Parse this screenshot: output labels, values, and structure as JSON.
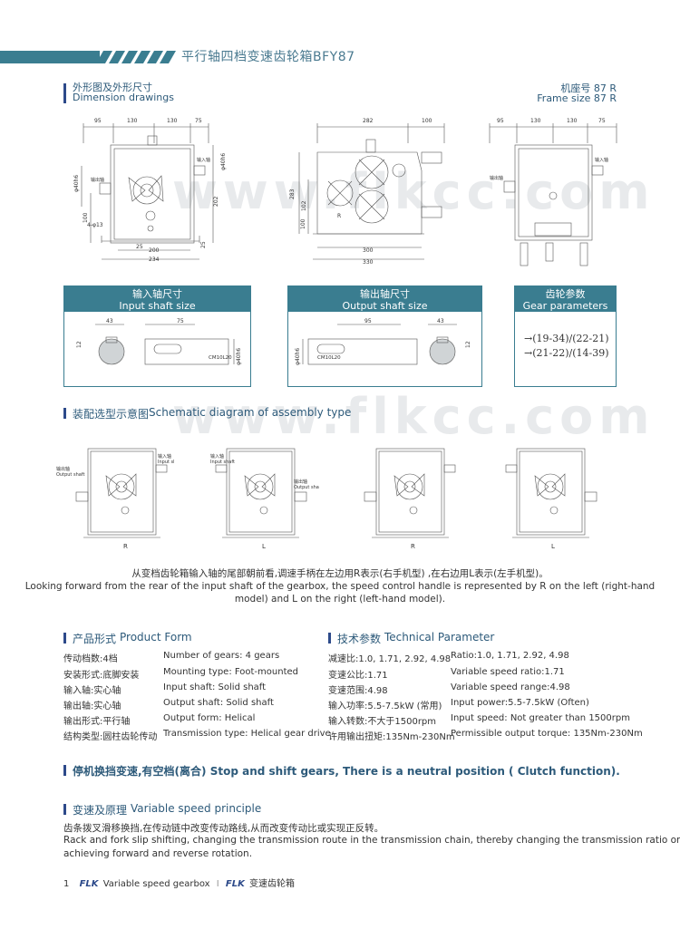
{
  "header": {
    "title": "平行轴四档变速齿轮箱BFY87"
  },
  "dimension": {
    "title_cn": "外形图及外形尺寸",
    "title_en": "Dimension drawings",
    "frame_cn": "机座号 87 R",
    "frame_en": "Frame size 87 R",
    "front": {
      "dims_top": [
        "95",
        "130",
        "130",
        "75"
      ],
      "left_label": "φ40h6",
      "height_100": "100",
      "holes": "4-φ13",
      "dim_202": "202",
      "dim_25a": "25",
      "dim_200": "200",
      "dim_25b": "25",
      "dim_234": "234",
      "input_label": "输入轴",
      "output_label": "输出轴",
      "right_label": "φ40h6"
    },
    "side": {
      "dim_282": "282",
      "dim_100": "100",
      "dim_283": "283",
      "dim_102": "102",
      "dim_100b": "100",
      "dim_300": "300",
      "dim_330": "330",
      "r_label": "R"
    },
    "rear": {
      "dims_top": [
        "95",
        "130",
        "130",
        "75"
      ],
      "input_label": "输入轴",
      "output_label": "输出轴"
    }
  },
  "shafts": {
    "input": {
      "title_cn": "输入轴尺寸",
      "title_en": "Input shaft size",
      "d43": "43",
      "d75": "75",
      "d12": "12",
      "key": "CM10L20",
      "dia": "φ40h6"
    },
    "output": {
      "title_cn": "输出轴尺寸",
      "title_en": "Output shaft size",
      "d95": "95",
      "d43": "43",
      "d12": "12",
      "key": "CM10L20",
      "dia": "φ40h6"
    },
    "gear": {
      "title_cn": "齿轮参数",
      "title_en": "Gear parameters",
      "line1": "→(19-34)/(22-21)",
      "line2": "→(21-22)/(14-39)"
    }
  },
  "assembly": {
    "title_cn": "装配选型示意图",
    "title_en": "Schematic diagram of assembly type",
    "input_cn": "输入轴",
    "input_en": "Input shaft",
    "output_cn": "输出轴",
    "output_en": "Output shaft",
    "labels": [
      "R",
      "L",
      "R",
      "L"
    ],
    "desc_cn": "从变档齿轮箱输入轴的尾部朝前看,调速手柄在左边用R表示(右手机型) ,在右边用L表示(左手机型)。",
    "desc_en1": "Looking forward from the rear of the input shaft of the gearbox, the speed control handle is represented by R on the left (right-hand",
    "desc_en2": "model) and L on the right (left-hand model)."
  },
  "product_form": {
    "title_cn": "产品形式",
    "title_en": "Product Form",
    "rows": [
      {
        "cn": "传动档数:4档",
        "en": "Number of gears: 4 gears"
      },
      {
        "cn": "安装形式:底脚安装",
        "en": "Mounting type: Foot-mounted"
      },
      {
        "cn": "输入轴:实心轴",
        "en": "Input shaft: Solid shaft"
      },
      {
        "cn": "输出轴:实心轴",
        "en": "Output shaft: Solid shaft"
      },
      {
        "cn": "输出形式:平行轴",
        "en": "Output form: Helical"
      },
      {
        "cn": "结构类型:圆柱齿轮传动",
        "en": "Transmission type: Helical gear drive"
      }
    ]
  },
  "tech": {
    "title_cn": "技术参数",
    "title_en": "Technical Parameter",
    "rows": [
      {
        "cn": "减速比:1.0, 1.71, 2.92, 4.98",
        "en": "Ratio:1.0, 1.71, 2.92, 4.98"
      },
      {
        "cn": "变速公比:1.71",
        "en": "Variable speed ratio:1.71"
      },
      {
        "cn": "变速范围:4.98",
        "en": "Variable speed range:4.98"
      },
      {
        "cn": "输入功率:5.5-7.5kW (常用)",
        "en": "Input power:5.5-7.5kW (Often)"
      },
      {
        "cn": "输入转数:不大于1500rpm",
        "en": "Input speed: Not greater than 1500rpm"
      },
      {
        "cn": "许用输出扭矩:135Nm-230Nm",
        "en": "Permissible output torque: 135Nm-230Nm"
      }
    ]
  },
  "shift": {
    "text": "停机换挡变速,有空档(离合) Stop and shift gears, There is a neutral position ( Clutch function)."
  },
  "principle": {
    "title_cn": "变速及原理",
    "title_en": "Variable speed principle",
    "line_cn": "齿条拨叉滑移换挡,在传动链中改变传动路线,从而改变传动比或实现正反转。",
    "line_en1": "Rack and fork slip shifting, changing the transmission route in the transmission chain, thereby changing the transmission ratio or",
    "line_en2": "achieving forward and reverse rotation."
  },
  "footer": {
    "page": "1",
    "brand1": "FLK",
    "text1": "Variable speed gearbox",
    "sep": "I",
    "brand2": "FLK",
    "text2": "变速齿轮箱"
  },
  "watermark": "www.flkcc.com",
  "colors": {
    "accent": "#3a7d90",
    "marker": "#2d4a8a",
    "header_text": "#4a7a90"
  }
}
